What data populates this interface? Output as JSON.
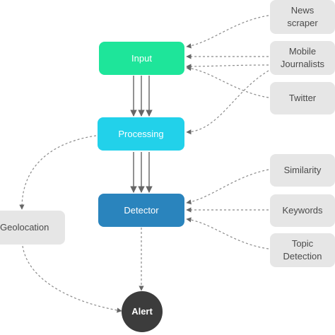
{
  "colors": {
    "input": "#1ee59a",
    "processing": "#22d1ea",
    "detector": "#2a84bd",
    "alert": "#3c3c3c",
    "source_box": "#e6e6e6",
    "connector": "#8a8a8a"
  },
  "pipeline": {
    "input": "Input",
    "processing": "Processing",
    "detector": "Detector",
    "alert": "Alert"
  },
  "sources": {
    "news_scraper": "News\nscraper",
    "mobile_journalists": "Mobile\nJournalists",
    "twitter": "Twitter"
  },
  "detectors": {
    "similarity": "Similarity",
    "keywords": "Keywords",
    "topic_detection": "Topic\nDetection"
  },
  "side": {
    "geolocation": "Geolocation"
  }
}
